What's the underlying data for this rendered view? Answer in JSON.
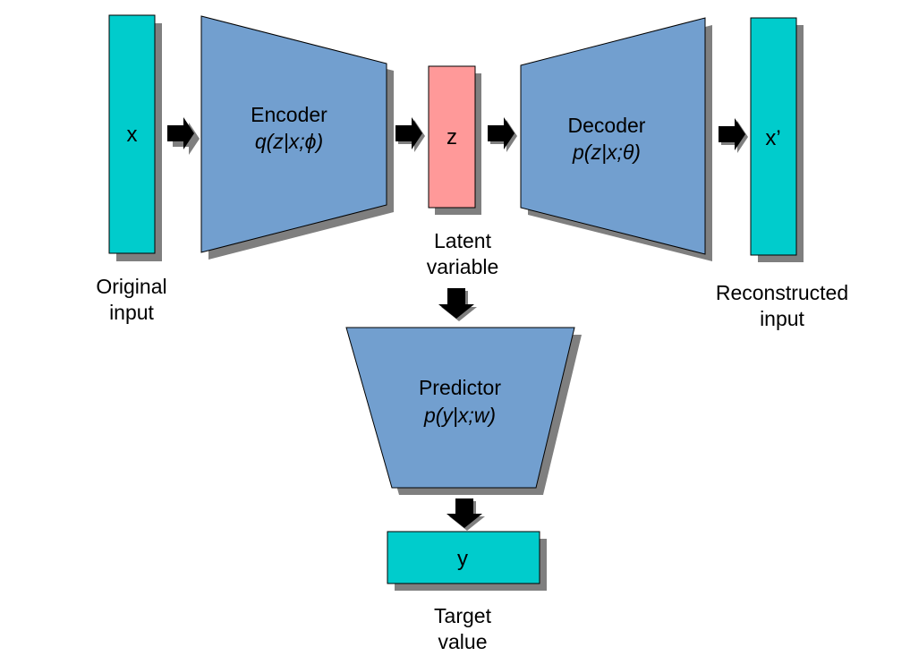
{
  "colors": {
    "data_box": "#00cccc",
    "latent_box": "#ff9999",
    "network": "#729fcf",
    "shadow": "#7f7f7f",
    "arrow": "#000000",
    "outline": "#000000"
  },
  "input_box": {
    "label": "x",
    "caption_line1": "Original",
    "caption_line2": "input"
  },
  "encoder": {
    "name": "Encoder",
    "formula": "q(z|x;ϕ)"
  },
  "latent": {
    "label": "z",
    "caption_line1": "Latent",
    "caption_line2": "variable"
  },
  "decoder": {
    "name": "Decoder",
    "formula": "p(z|x;θ)"
  },
  "output_box": {
    "label": "x’",
    "caption_line1": "Reconstructed",
    "caption_line2": "input"
  },
  "predictor": {
    "name": "Predictor",
    "formula": "p(y|x;w)"
  },
  "target": {
    "label": "y",
    "caption_line1": "Target",
    "caption_line2": "value"
  },
  "arrows": [
    "input-to-encoder",
    "encoder-to-latent",
    "latent-to-decoder",
    "decoder-to-output",
    "latent-to-predictor",
    "predictor-to-target"
  ]
}
